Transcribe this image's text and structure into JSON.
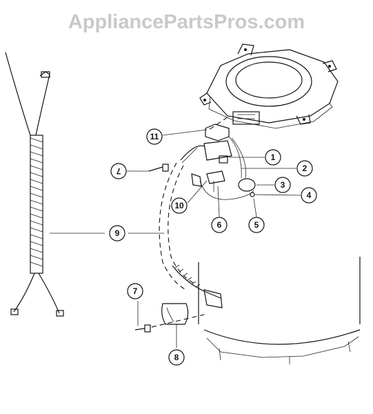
{
  "watermark": "AppliancePartsPros.com",
  "callouts": [
    {
      "id": "c1",
      "label": "1"
    },
    {
      "id": "c2",
      "label": "2"
    },
    {
      "id": "c3",
      "label": "3"
    },
    {
      "id": "c4",
      "label": "4"
    },
    {
      "id": "c5",
      "label": "5"
    },
    {
      "id": "c6",
      "label": "6"
    },
    {
      "id": "c7a",
      "label": "7"
    },
    {
      "id": "c7b",
      "label": "7"
    },
    {
      "id": "c8",
      "label": "8"
    },
    {
      "id": "c9",
      "label": "9"
    },
    {
      "id": "c10",
      "label": "10"
    },
    {
      "id": "c11",
      "label": "11"
    }
  ]
}
